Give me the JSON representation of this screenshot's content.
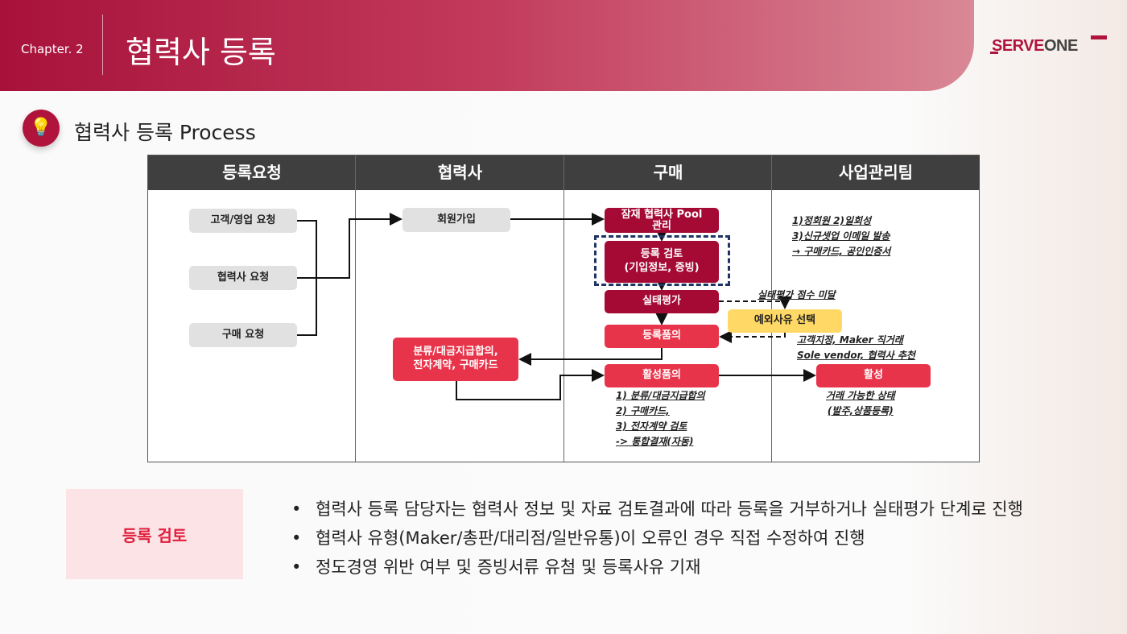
{
  "header": {
    "chapter": "Chapter. 2",
    "title": "협력사 등록",
    "logo": "SERVEONE",
    "logo_red": "SERVE",
    "logo_gray": "ONE"
  },
  "section_title": "협력사 등록 Process",
  "columns": [
    "등록요청",
    "협력사",
    "구매",
    "사업관리팀"
  ],
  "boxes": {
    "customer_request": "고객/영업 요청",
    "partner_request": "협력사 요청",
    "purchase_request": "구매 요청",
    "signup": "회원가입",
    "contract": "분류/대금지급합의,\n전자계약, 구매카드",
    "pool": "잠재 협력사 Pool 관리",
    "review": "등록 검토\n(기입정보, 증빙)",
    "evaluation": "실태평가",
    "reg_approval": "등록품의",
    "act_approval": "활성품의",
    "exception": "예외사유 선택",
    "active": "활성"
  },
  "notes": {
    "member": [
      "1)정회원 2)일회성",
      "3)신규셋업 이메일 발송",
      "→ 구매카드, 공인인증서"
    ],
    "score": "실태평가 점수 미달",
    "exception_reasons": [
      "고객지정, Maker 직거래",
      "Sole vendor, 협력사 추천"
    ],
    "act_items": [
      "1) 분류/대금지급합의",
      "2) 구매카드,",
      "3) 전자계약 검토",
      "-> 통합결재(자동)"
    ],
    "active_state": [
      "거래 가능한 상태",
      "(발주,상품등록)"
    ]
  },
  "colors": {
    "brand": "#b0143c",
    "dark": "#a50a35",
    "red": "#e8344a",
    "yellow": "#ffd865"
  },
  "detail": {
    "label": "등록 검토",
    "bullets": [
      "협력사 등록 담당자는 협력사 정보 및 자료 검토결과에 따라 등록을 거부하거나 실태평가 단계로 진행",
      "협력사 유형(Maker/총판/대리점/일반유통)이 오류인 경우 직접 수정하여 진행",
      "정도경영 위반 여부 및 증빙서류 유첨 및 등록사유 기재"
    ]
  }
}
